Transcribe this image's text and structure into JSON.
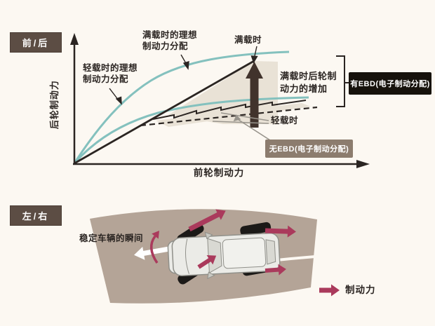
{
  "colors": {
    "bg": "#fcf8f2",
    "ink": "#2b2522",
    "teal": "#84c1be",
    "shade": "#e9e2d6",
    "tagbg": "#5c4d44",
    "ebdbox": "#16120c",
    "noebdbox": "#8c7c6e",
    "road": "#b4a497",
    "maroon": "#aa3a5c",
    "darkarrow": "#41332c",
    "leader": "#98948c"
  },
  "front_rear_panel": {
    "tag": "前/后",
    "y_axis_label": "后轮制动力",
    "x_axis_label": "前轮制动力",
    "full_load_ideal_label": "满载时的理想\n制动力分配",
    "light_load_ideal_label": "轻载时的理想\n制动力分配",
    "full_load_label": "满载时",
    "light_load_label": "轻载时",
    "rear_increase_label": "满载时后轮制\n动力的增加",
    "with_ebd_label": "有EBD(电子制动分配)",
    "without_ebd_label": "无EBD(电子制动分配)"
  },
  "left_right_panel": {
    "tag": "左/右",
    "stabilize_label": "稳定车辆的瞬间",
    "legend_label": "制动力"
  },
  "chart_data": {
    "type": "line",
    "title": "",
    "xlabel": "前轮制动力",
    "ylabel": "后轮制动力",
    "axes_have_numeric_ticks": false,
    "grid": false,
    "series": [
      {
        "name": "满载时的理想制动力分配",
        "style": "smooth curve",
        "color": "#84c1be",
        "x_norm": [
          0,
          0.2,
          0.4,
          0.6,
          0.8,
          1.0
        ],
        "y_norm": [
          0,
          0.48,
          0.72,
          0.84,
          0.9,
          0.93
        ]
      },
      {
        "name": "轻载时的理想制动力分配",
        "style": "smooth curve",
        "color": "#84c1be",
        "x_norm": [
          0,
          0.2,
          0.4,
          0.6,
          0.8,
          1.0
        ],
        "y_norm": [
          0,
          0.28,
          0.42,
          0.5,
          0.54,
          0.55
        ]
      },
      {
        "name": "满载时",
        "style": "straight solid line ending at full-load ideal curve",
        "color": "#2b2522",
        "x_norm": [
          0,
          0.63
        ],
        "y_norm": [
          0,
          0.86
        ]
      },
      {
        "name": "轻载时",
        "style": "stepped solid line hugging light-load ideal curve",
        "color": "#2b2522",
        "x_norm": [
          0.28,
          0.45,
          0.63,
          0.82
        ],
        "y_norm": [
          0.37,
          0.46,
          0.51,
          0.54
        ]
      },
      {
        "name": "无EBD(电子制动分配)",
        "style": "dashed line branching off fixed-ratio line",
        "color": "#2b2522",
        "x_norm": [
          0.23,
          0.85
        ],
        "y_norm": [
          0.32,
          0.48
        ]
      }
    ],
    "annotations": [
      {
        "text": "满载时后轮制动力的增加",
        "type": "up-arrow between dashed line and full-load point"
      },
      {
        "text": "有EBD(电子制动分配)",
        "type": "bracketed label box"
      },
      {
        "text": "无EBD(电子制动分配)",
        "type": "label box pointing to dashed line"
      }
    ],
    "legend_position": "none"
  }
}
